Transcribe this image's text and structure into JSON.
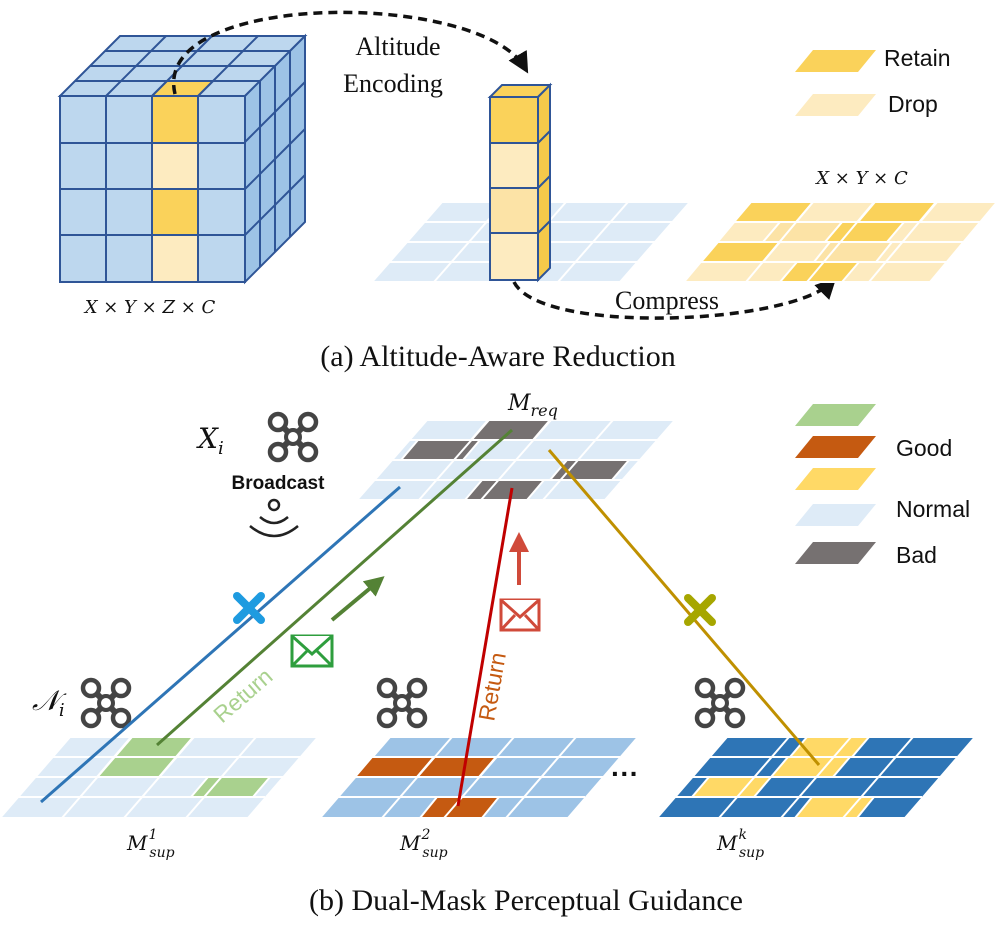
{
  "panel_a": {
    "caption": "(a) Altitude-Aware Reduction",
    "arrow_top_label_line1": "Altitude",
    "arrow_top_label_line2": "Encoding",
    "arrow_bottom_label": "Compress",
    "cube_label": "X × Y × Z × C",
    "bev_label": "X × Y × C",
    "legend": [
      {
        "label": "Retain",
        "color": "#FAD25A"
      },
      {
        "label": "Drop",
        "color": "#FDEBC0"
      }
    ]
  },
  "panel_b": {
    "caption": "(b) Dual-Mask Perceptual Guidance",
    "broadcast_label": "Broadcast",
    "ego_label": "X",
    "ego_sub": "i",
    "neighbor_label": "𝒩",
    "neighbor_sub": "i",
    "req_label": "M",
    "req_sub": "req",
    "return_label_1": "Return",
    "return_label_2": "Return",
    "ellipsis": "···",
    "sup_maps": [
      {
        "label": "M",
        "sub": "sup",
        "sup": "1"
      },
      {
        "label": "M",
        "sub": "sup",
        "sup": "2"
      },
      {
        "label": "M",
        "sub": "sup",
        "sup": "k"
      }
    ],
    "legend": [
      {
        "label": "",
        "color": "#A9D18E"
      },
      {
        "label": "Good",
        "color": "#C55A11"
      },
      {
        "label": "",
        "color": "#FFD966"
      },
      {
        "label": "Normal",
        "color": "#DEEBF7"
      },
      {
        "label": "Bad",
        "color": "#767171"
      }
    ]
  },
  "colors": {
    "cube_face": "#BDD7EE",
    "cube_stroke": "#2F5597",
    "retain": "#FAD25A",
    "drop": "#FDEBC0",
    "normal": "#DEEBF7",
    "blue_mid": "#9DC3E6",
    "blue_dark": "#2E75B6",
    "bad": "#767171",
    "good_orange": "#C55A11",
    "good_green": "#A9D18E",
    "yellow": "#FFD966",
    "line_blue": "#2E75B6",
    "line_green": "#548235",
    "line_red": "#C00000",
    "line_olive": "#BF9000",
    "cross_blue": "#1E9BE0",
    "cross_olive": "#A6A600",
    "mail_green": "#2E9E3E",
    "mail_red": "#D04A3A"
  }
}
